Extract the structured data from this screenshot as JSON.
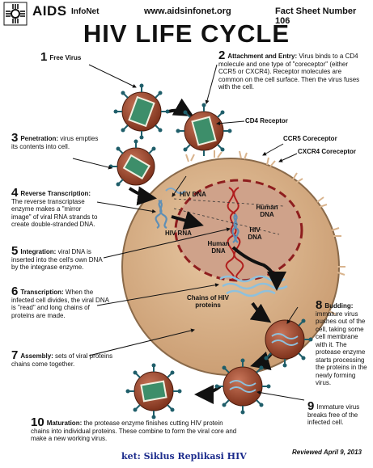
{
  "header": {
    "brand": "AIDS",
    "brand_sub": "InfoNet",
    "url": "www.aidsinfonet.org",
    "fact_sheet": "Fact Sheet Number 106"
  },
  "title": "HIV LIFE CYCLE",
  "steps": [
    {
      "num": "1",
      "bold": "Free Virus",
      "text": ""
    },
    {
      "num": "2",
      "bold": "Attachment and Entry:",
      "text": " Virus binds to a CD4 molecule and one type of \"coreceptor\" (either CCR5 or CXCR4). Receptor molecules are common on the cell surface. Then the virus fuses with the cell."
    },
    {
      "num": "3",
      "bold": "Penetration:",
      "text": " virus empties its contents into cell."
    },
    {
      "num": "4",
      "bold": "Reverse Transcription:",
      "text": " The reverse transcriptase enzyme makes a \"mirror image\" of viral RNA strands to create double-stranded DNA."
    },
    {
      "num": "5",
      "bold": "Integration:",
      "text": " viral DNA is inserted into the cell's own DNA by the integrase enzyme."
    },
    {
      "num": "6",
      "bold": "Transcription:",
      "text": " When the infected cell divides, the viral DNA is \"read\" and long chains of proteins are made."
    },
    {
      "num": "7",
      "bold": "Assembly:",
      "text": " sets of viral proteins chains come together."
    },
    {
      "num": "8",
      "bold": "Budding:",
      "text": " immature virus pushes out of the cell, taking some cell membrane with it. The protease enzyme starts processing the proteins in the newly forming virus."
    },
    {
      "num": "9",
      "bold": "",
      "text": "Immature virus breaks free of the infected cell."
    },
    {
      "num": "10",
      "bold": "Maturation:",
      "text": " the protease enzyme finishes cutting HIV protein chains into individual proteins. These combine to form the viral core and make a new working virus."
    }
  ],
  "labels": {
    "cd4": "CD4 Receptor",
    "ccr5": "CCR5 Coreceptor",
    "cxcr4": "CXCR4 Coreceptor",
    "hiv_dna_top": "HIV DNA",
    "hiv_rna": "HIV RNA",
    "human_dna_1": "Human DNA",
    "human_dna_2": "Human DNA",
    "hiv_dna_inner": "HIV DNA",
    "chains": "Chains of HIV proteins"
  },
  "footer": {
    "reviewed": "Reviewed April 9, 2013",
    "caption": "ket: Siklus Replikasi HIV"
  },
  "colors": {
    "cell_fill": "#d9b48e",
    "nucleus_fill": "#cc9d86",
    "nucleus_border": "#8e1e1e",
    "virus_body": "#9c4a2e",
    "virus_spike": "#1f5e6a",
    "core": "#3d8e6a",
    "dna_red": "#b01d1d",
    "dna_blue": "#5f8fb5"
  }
}
